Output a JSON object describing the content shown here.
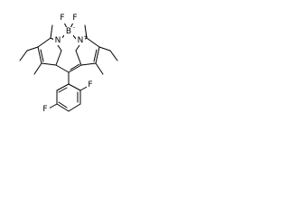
{
  "molecule": {
    "atoms": {
      "f1": "F",
      "f2": "F",
      "boron": "B",
      "boron_charge": "-",
      "n_left": "N",
      "n_right": "N",
      "n_right_charge": "+",
      "f_ortho": "F",
      "f_para": "F"
    },
    "colors": {
      "bond": "#000000",
      "label": "#000000",
      "background": "#ffffff"
    }
  }
}
